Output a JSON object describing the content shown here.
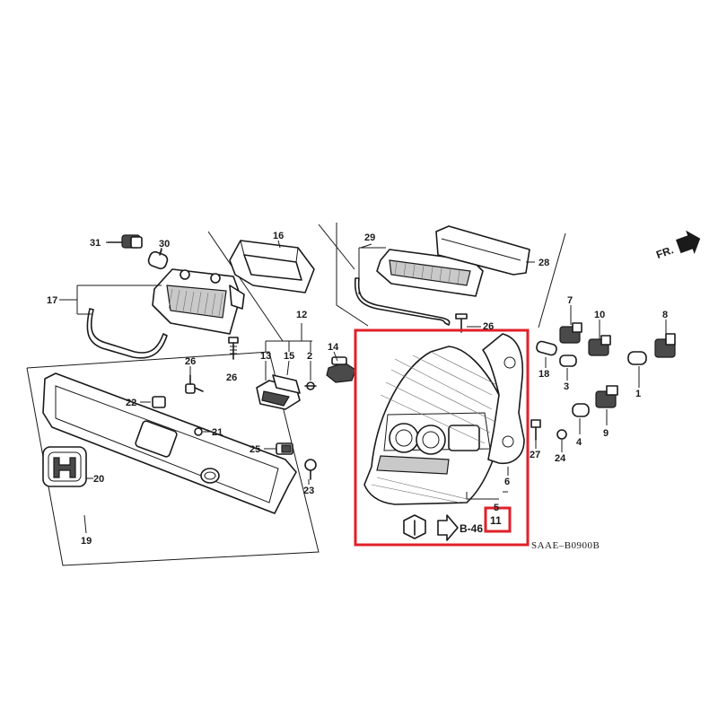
{
  "diagram": {
    "part_labels": {
      "l1": "1",
      "l2": "2",
      "l3": "3",
      "l4": "4",
      "l5": "5",
      "l6": "6",
      "l7": "7",
      "l8": "8",
      "l9": "9",
      "l10": "10",
      "l11": "11",
      "l12": "12",
      "l13": "13",
      "l14": "14",
      "l15": "15",
      "l16": "16",
      "l17": "17",
      "l18": "18",
      "l19": "19",
      "l20": "20",
      "l21": "21",
      "l22": "22",
      "l23": "23",
      "l24": "24",
      "l25": "25",
      "l26a": "26",
      "l26b": "26",
      "l26c": "26",
      "l27": "27",
      "l28": "28",
      "l29": "29",
      "l30": "30",
      "l31": "31"
    },
    "direction_marker": "FR.",
    "reference_label": "B-46",
    "drawing_code": "SAAE–B0900B",
    "highlight_color": "#e0202a"
  }
}
